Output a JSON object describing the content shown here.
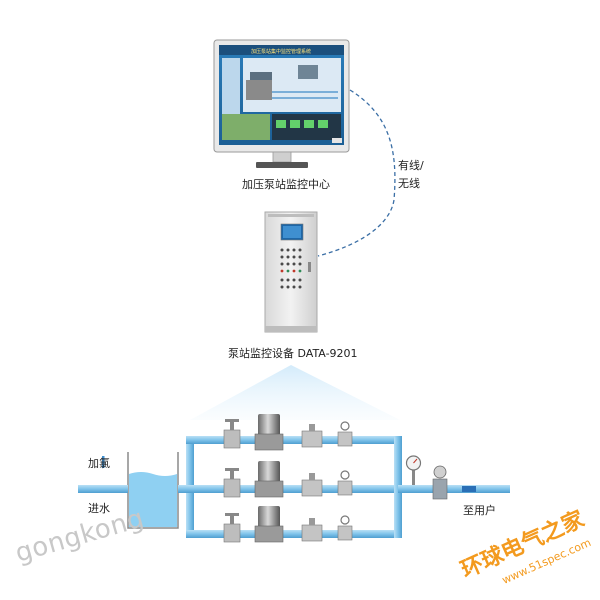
{
  "labels": {
    "monitor_center": "加压泵站监控中心",
    "link_line1": "有线/",
    "link_line2": "无线",
    "cabinet": "泵站监控设备 DATA-9201",
    "chlorine": "加氯",
    "inlet": "进水",
    "outlet": "至用户"
  },
  "screen": {
    "title": "加压泵站集中监控管理系统"
  },
  "watermarks": {
    "gongkong": "gongkong",
    "brand_cn": "环球电气之家",
    "brand_url": "www.51spec.com"
  },
  "colors": {
    "pipe": "#7fc3ea",
    "pipe_edge": "#4f9fd0",
    "water": "#8fd0f2",
    "cabinet": "#e6e6e6",
    "accent_orange": "#f39a1e"
  },
  "icons": [
    "monitor-icon",
    "cabinet-icon",
    "pump-icon",
    "valve-icon",
    "flowmeter-icon",
    "pressure-gauge-icon",
    "tank-icon"
  ]
}
